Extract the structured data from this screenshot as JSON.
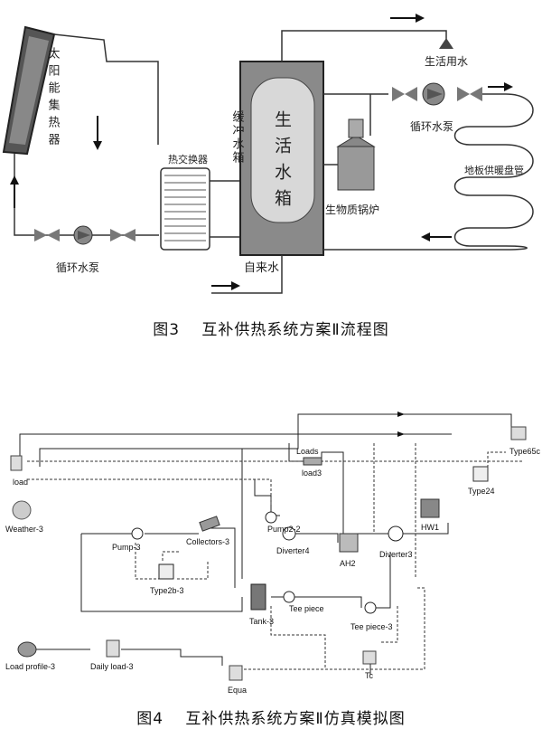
{
  "fig3": {
    "caption": "图3　 互补供热系统方案Ⅱ流程图",
    "labels": {
      "solar_collector": "太阳能集热器",
      "heat_exchanger": "热交换器",
      "water_tank": "生活水箱",
      "buffer": "缓冲水箱",
      "domestic_water": "生活用水",
      "pump_left": "循环水泵",
      "pump_right": "循环水泵",
      "floor_pipe": "地板供暖盘管",
      "biomass_boiler": "生物质锅炉",
      "tap_water": "自来水"
    }
  },
  "fig4": {
    "caption": "图4　 互补供热系统方案Ⅱ仿真模拟图",
    "components": {
      "load": "load",
      "weather": "Weather-3",
      "pump3": "Pump-3",
      "collectors": "Collectors-3",
      "type2b": "Type2b-3",
      "tank": "Tank-3",
      "tee": "Tee piece",
      "pump22": "Pump2-2",
      "diverter4": "Diverter4",
      "ah2": "AH2",
      "diverter3": "Diverter3",
      "hw1": "HW1",
      "loads": "Loads",
      "load3": "load3",
      "type24": "Type24",
      "type65c": "Type65c",
      "tee3": "Tee piece-3",
      "tc": "Tc",
      "load_profile": "Load profile-3",
      "daily_load": "Daily load-3",
      "equa": "Equa"
    }
  }
}
